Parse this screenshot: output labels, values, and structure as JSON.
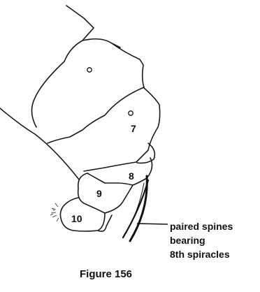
{
  "figure": {
    "caption": "Figure 156",
    "segment_labels": [
      "7",
      "8",
      "9",
      "10"
    ],
    "callout_lines": [
      "paired spines",
      "bearing",
      "8th spiracles"
    ],
    "line_color": "#111111",
    "background": "#ffffff"
  }
}
